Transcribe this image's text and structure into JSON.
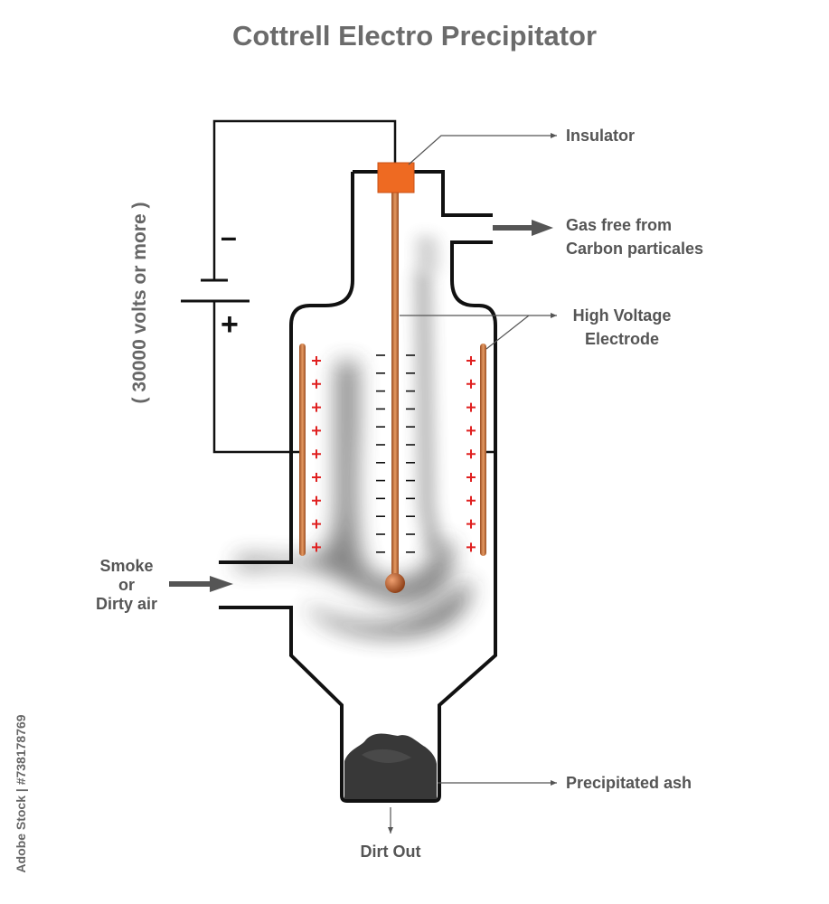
{
  "title": "Cottrell Electro Precipitator",
  "labels": {
    "insulator": "Insulator",
    "gas_free_line1": "Gas free from",
    "gas_free_line2": "Carbon particales",
    "electrode_line1": "High Voltage",
    "electrode_line2": "Electrode",
    "smoke_line1": "Smoke",
    "smoke_line2": "or",
    "smoke_line3": "Dirty air",
    "ash": "Precipitated ash",
    "dirt_out": "Dirt Out",
    "voltage": "( 30000 volts or more )",
    "battery_minus": "–",
    "battery_plus": "+"
  },
  "watermark_credit": "Adobe Stock | #738178769",
  "colors": {
    "title": "#6b6b6b",
    "label": "#555555",
    "outline": "#111111",
    "copper": "#c8703a",
    "insulator": "#ee6a22",
    "positive_sign": "#e02020",
    "negative_sign": "#111111",
    "smoke": "#444444",
    "ash": "#3a3a3a",
    "arrow": "#555555"
  }
}
